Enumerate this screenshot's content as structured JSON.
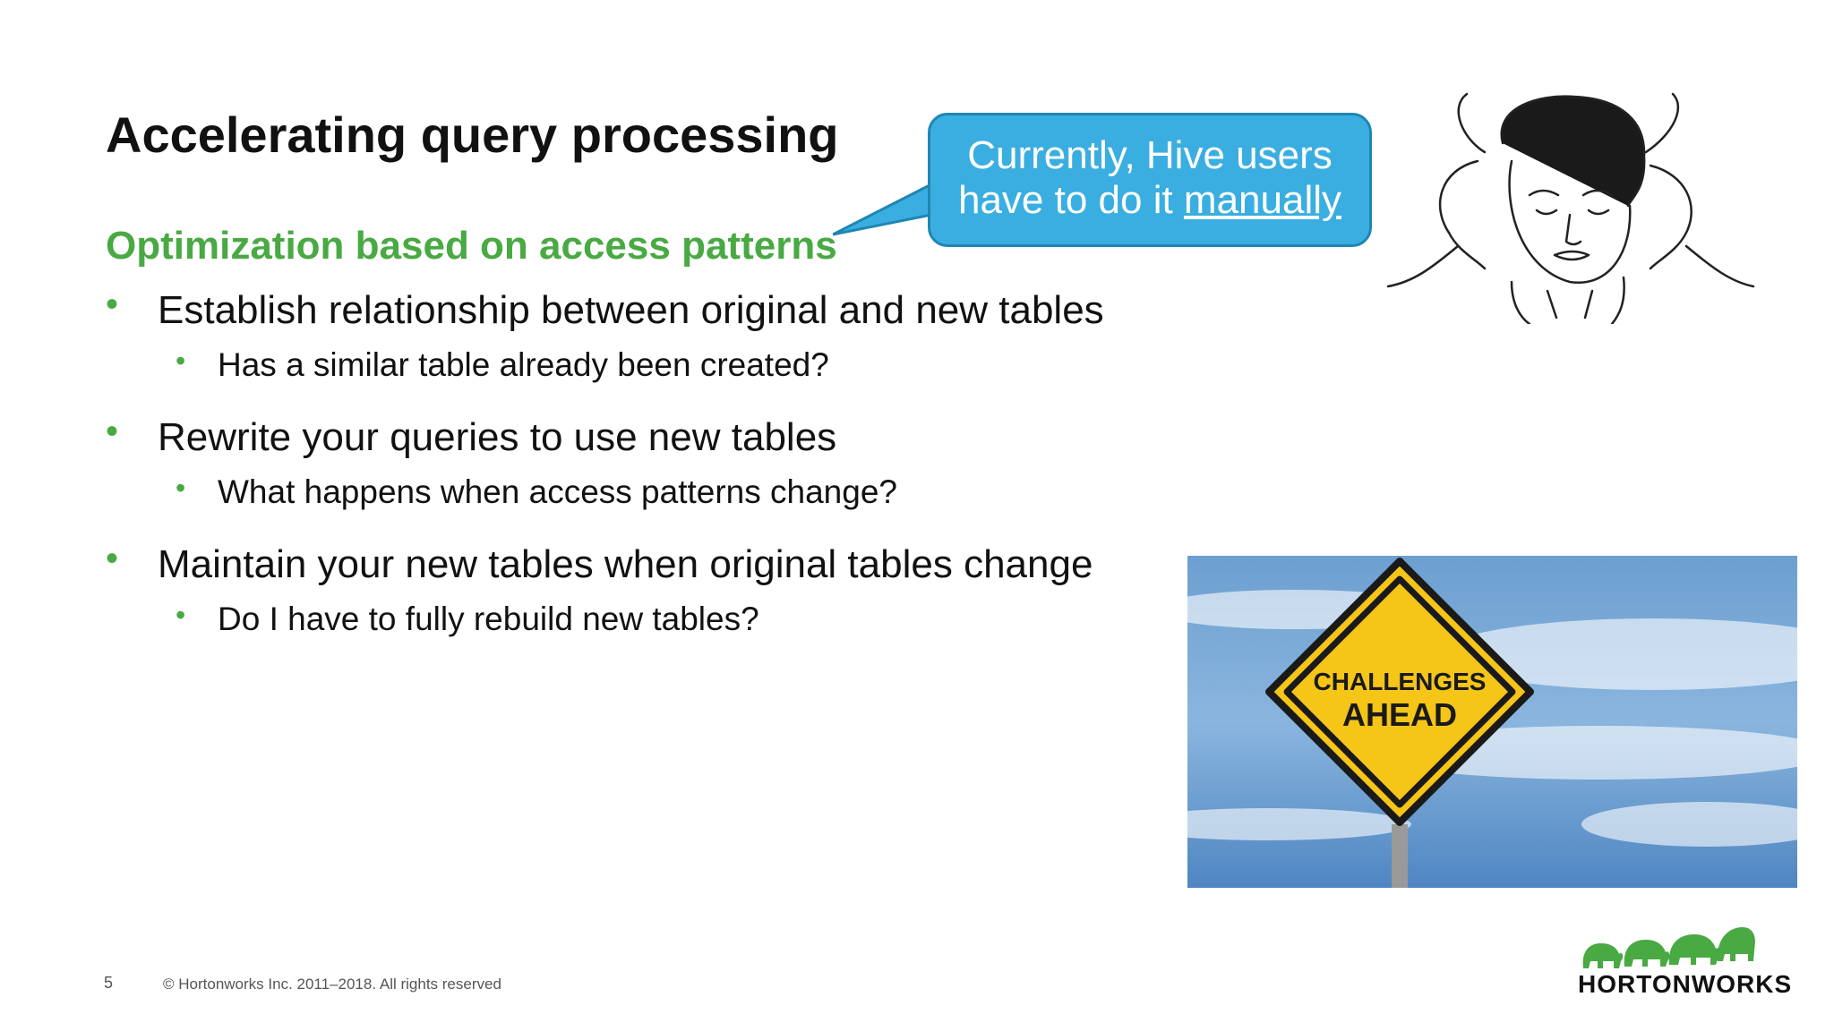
{
  "slide": {
    "title": "Accelerating query processing",
    "subtitle": "Optimization based on access patterns",
    "bullets": [
      {
        "text": "Establish relationship between original and new tables",
        "sub": "Has a similar table already been created?"
      },
      {
        "text": "Rewrite your queries to use new tables",
        "sub": "What happens when access patterns change?"
      },
      {
        "text": "Maintain your new tables when original tables change",
        "sub": "Do I have to fully rebuild new tables?"
      }
    ],
    "bullet_glyph": "•",
    "callout": {
      "line1": "Currently, Hive users",
      "line2_prefix": "have to do it ",
      "line2_underlined": "manually"
    },
    "sign": {
      "line1": "CHALLENGES",
      "line2": "AHEAD"
    },
    "footer": {
      "page_number": "5",
      "copyright": "© Hortonworks Inc. 2011–2018. All rights reserved"
    },
    "logo_text": "HORTONWORKS"
  },
  "colors": {
    "accent_green": "#49a942",
    "callout_blue": "#3aaee0",
    "sign_yellow": "#f5c518"
  },
  "icons": [
    "elephant-logo-icon",
    "speech-bubble-tail-icon"
  ]
}
